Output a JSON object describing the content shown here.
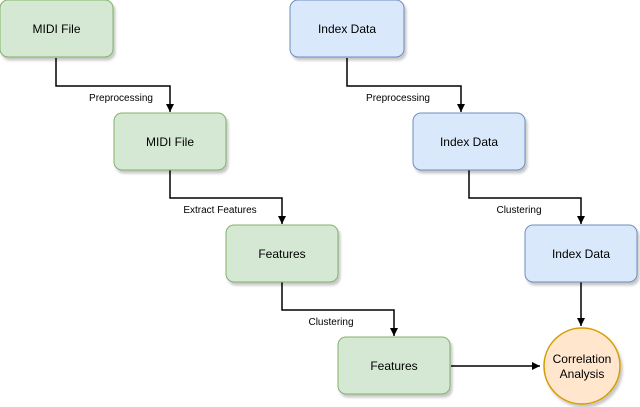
{
  "colors": {
    "green_fill": "#d5e8d4",
    "green_stroke": "#82b366",
    "blue_fill": "#dae8fc",
    "blue_stroke": "#6c8ebf",
    "orange_fill": "#ffe6cc",
    "orange_stroke": "#d79b00",
    "edge": "#000000"
  },
  "nodes": {
    "midi_file_1": {
      "label": "MIDI File",
      "shape": "rounded-rect",
      "color": "green"
    },
    "midi_file_2": {
      "label": "MIDI File",
      "shape": "rounded-rect",
      "color": "green"
    },
    "features_1": {
      "label": "Features",
      "shape": "rounded-rect",
      "color": "green"
    },
    "features_2": {
      "label": "Features",
      "shape": "rounded-rect",
      "color": "green"
    },
    "index_data_1": {
      "label": "Index Data",
      "shape": "rounded-rect",
      "color": "blue"
    },
    "index_data_2": {
      "label": "Index Data",
      "shape": "rounded-rect",
      "color": "blue"
    },
    "index_data_3": {
      "label": "Index Data",
      "shape": "rounded-rect",
      "color": "blue"
    },
    "correlation_analysis": {
      "label_line1": "Correlation",
      "label_line2": "Analysis",
      "shape": "circle",
      "color": "orange"
    }
  },
  "edges": {
    "midi_preprocessing": {
      "label": "Preprocessing",
      "from": "midi_file_1",
      "to": "midi_file_2"
    },
    "extract_features": {
      "label": "Extract Features",
      "from": "midi_file_2",
      "to": "features_1"
    },
    "features_clustering": {
      "label": "Clustering",
      "from": "features_1",
      "to": "features_2"
    },
    "index_preprocessing": {
      "label": "Preprocessing",
      "from": "index_data_1",
      "to": "index_data_2"
    },
    "index_clustering": {
      "label": "Clustering",
      "from": "index_data_2",
      "to": "index_data_3"
    },
    "features_to_correlation": {
      "label": "",
      "from": "features_2",
      "to": "correlation_analysis"
    },
    "index_to_correlation": {
      "label": "",
      "from": "index_data_3",
      "to": "correlation_analysis"
    }
  }
}
